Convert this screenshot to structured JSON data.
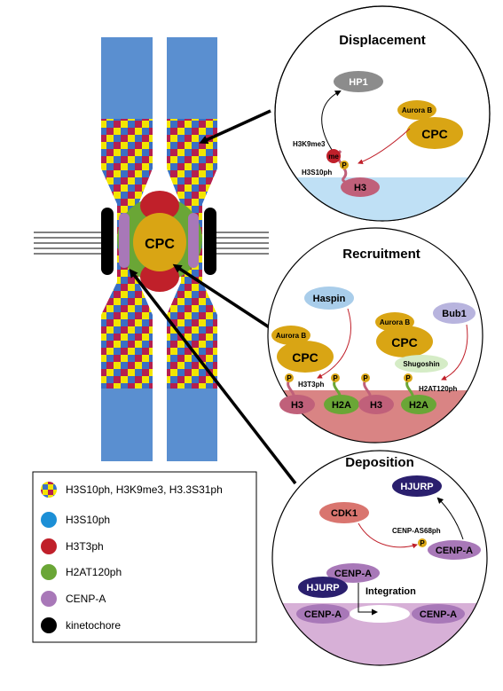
{
  "panels": {
    "displacement": {
      "title": "Displacement",
      "hp1": "HP1",
      "aurora_b": "Aurora B",
      "cpc": "CPC",
      "h3k9me3": "H3K9me3",
      "me": "me",
      "p": "P",
      "h3s10ph": "H3S10ph",
      "h3": "H3"
    },
    "recruitment": {
      "title": "Recruitment",
      "haspin": "Haspin",
      "aurora_b_left": "Aurora B",
      "cpc_left": "CPC",
      "aurora_b_mid": "Aurora B",
      "cpc_mid": "CPC",
      "bub1": "Bub1",
      "shugoshin": "Shugoshin",
      "h3t3ph": "H3T3ph",
      "h2at120ph": "H2AT120ph",
      "p": "P",
      "h3_a": "H3",
      "h2a_a": "H2A",
      "h3_b": "H3",
      "h2a_b": "H2A"
    },
    "deposition": {
      "title": "Deposition",
      "hjurp_top": "HJURP",
      "cdk1": "CDK1",
      "cenp_as68ph": "CENP-AS68ph",
      "p": "P",
      "cenp_a_right": "CENP-A",
      "cenp_a_mid": "CENP-A",
      "hjurp_mid": "HJURP",
      "integration": "Integration",
      "cenp_a_left": "CENP-A",
      "cenp_a_far": "CENP-A"
    }
  },
  "chromosome": {
    "cpc": "CPC"
  },
  "legend": [
    {
      "label": "H3S10ph, H3K9me3, H3.3S31ph",
      "swatch": "checker"
    },
    {
      "label": "H3S10ph",
      "color": "#1c8fd6"
    },
    {
      "label": "H3T3ph",
      "color": "#c0202a"
    },
    {
      "label": "H2AT120ph",
      "color": "#6aa636"
    },
    {
      "label": "CENP-A",
      "color": "#a878b8"
    },
    {
      "label": "kinetochore",
      "color": "#000000"
    }
  ],
  "colors": {
    "chromatid_blue": "#5a8fd0",
    "checker_red": "#b51f4e",
    "checker_yellow": "#f3e500",
    "checker_blue": "#3a6fc4",
    "cpc_gold": "#d9a514",
    "h3t3_red": "#c0202a",
    "h2a_green": "#6aa636",
    "cenpa_purple": "#a878b8",
    "hjurp_navy": "#2a1f6e"
  }
}
